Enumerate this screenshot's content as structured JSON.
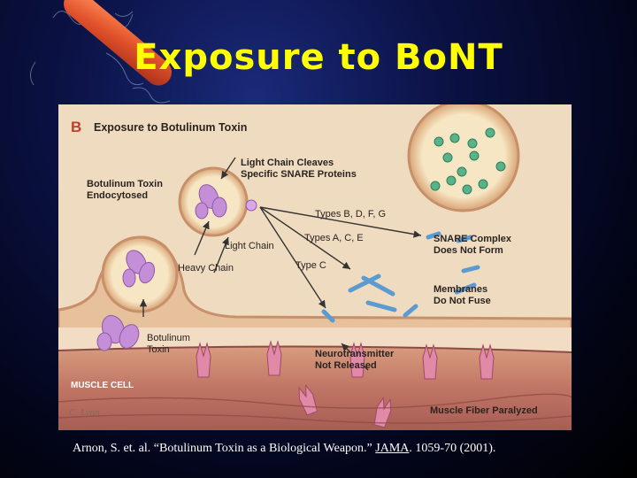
{
  "title": "Exposure to BoNT",
  "figure": {
    "panel_letter": "B",
    "panel_title": "Exposure to Botulinum Toxin",
    "labels": {
      "endocytosed_line1": "Botulinum Toxin",
      "endocytosed_line2": "Endocytosed",
      "cleaves_line1": "Light Chain Cleaves",
      "cleaves_line2": "Specific SNARE Proteins",
      "types_bdfg": "Types B, D, F, G",
      "types_ace": "Types A, C, E",
      "type_c": "Type C",
      "light_chain": "Light Chain",
      "heavy_chain": "Heavy Chain",
      "snare_line1": "SNARE Complex",
      "snare_line2": "Does Not Form",
      "membranes_line1": "Membranes",
      "membranes_line2": "Do Not Fuse",
      "toxin_line1": "Botulinum",
      "toxin_line2": "Toxin",
      "neuro_line1": "Neurotransmitter",
      "neuro_line2": "Not Released",
      "muscle_cell": "MUSCLE CELL",
      "paralyzed": "Muscle Fiber Paralyzed",
      "artist_signature": "C. Lynn"
    }
  },
  "citation": {
    "before": "Arnon, S. et. al.  “Botulinum Toxin as a Biological Weapon.”  ",
    "journal": "JAMA",
    "after": ". 1059-70 (2001)."
  },
  "colors": {
    "title": "#ffff00",
    "background": "#0b1245",
    "figure_background": "#efdcc0",
    "vesicle": "#f6e2b8",
    "toxin": "#c58fd8",
    "snare": "#5b9bd0",
    "receptor": "#e08aa8",
    "muscle": "#c27a68"
  }
}
